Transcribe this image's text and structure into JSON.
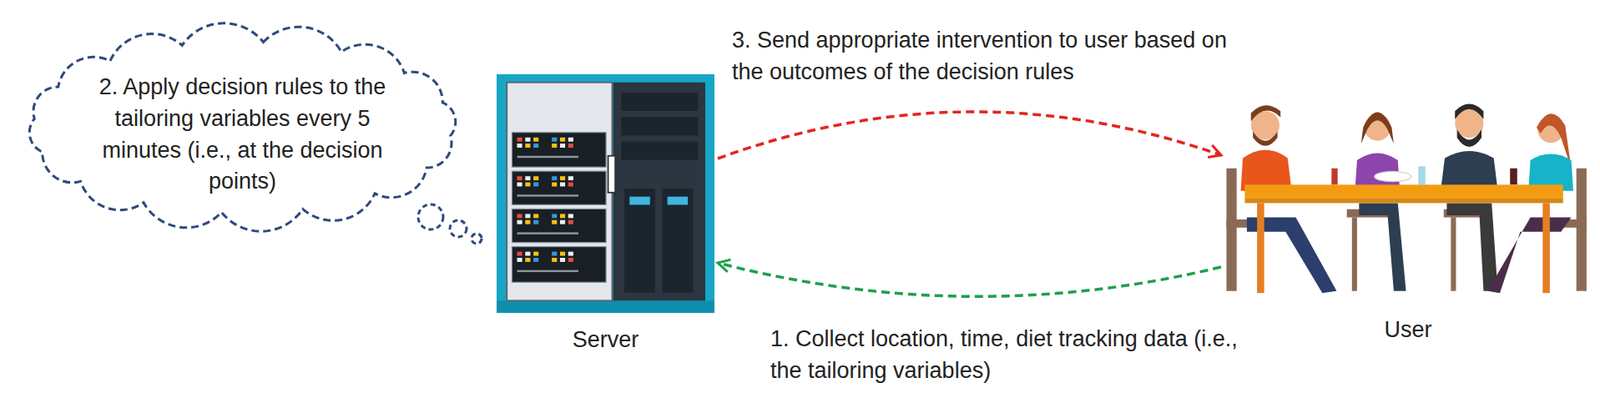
{
  "diagram": {
    "nodes": [
      {
        "text": [
          "2. Apply decision rules to the tailoring variables every 5 minutes (i.e., at the decision points)"
        ]
      },
      {
        "text": [
          "Server"
        ]
      },
      {
        "text": [
          "User"
        ]
      }
    ],
    "edges": [
      {
        "from": 1,
        "to": 2,
        "arrow": "to",
        "label": "3. Send appropriate intervention to user based on the outcomes of the decision rules"
      },
      {
        "from": 2,
        "to": 1,
        "arrow": "to",
        "label": "1. Collect location, time, diet tracking data (i.e., the tailoring variables)"
      }
    ]
  }
}
